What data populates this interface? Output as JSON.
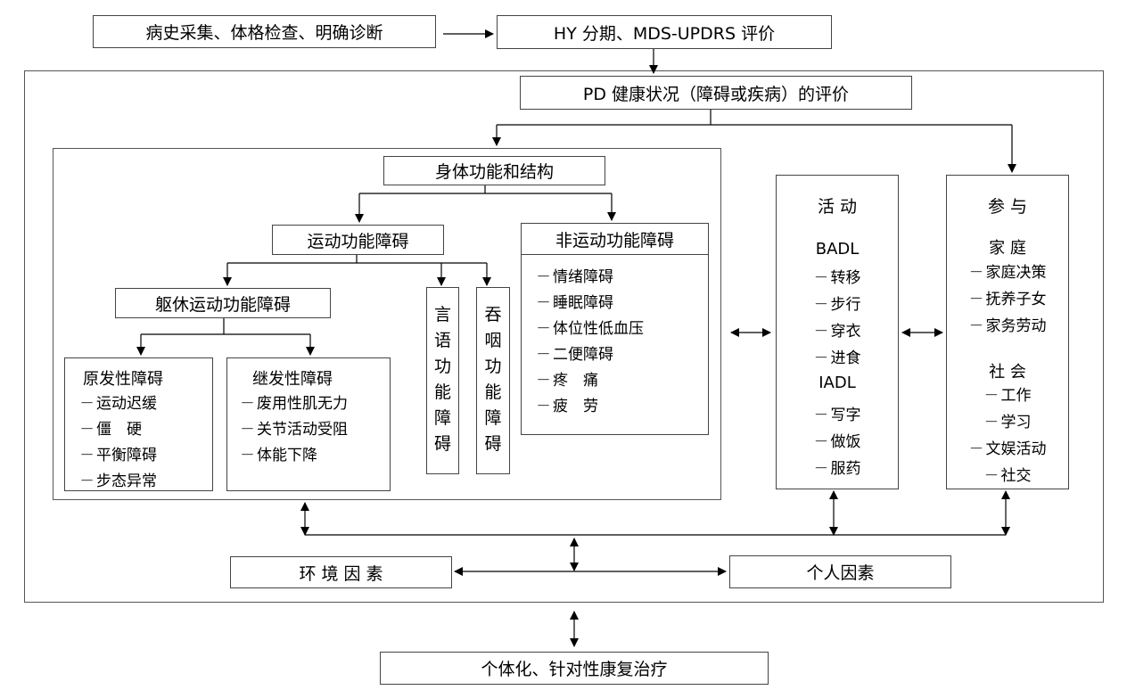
{
  "top": {
    "history": "病史采集、体格检查、明确诊断",
    "staging": "HY 分期、MDS-UPDRS 评价"
  },
  "health": "PD 健康状况（障碍或疾病）的评价",
  "body_function": {
    "title": "身体功能和结构",
    "motor": "运动功能障碍",
    "trunk": "躯休运动功能障碍",
    "primary": {
      "title": "原发性障碍",
      "items": [
        "运动迟缓",
        "僵　硬",
        "平衡障碍",
        "步态异常"
      ]
    },
    "secondary": {
      "title": "继发性障碍",
      "items": [
        "废用性肌无力",
        "关节活动受阻",
        "体能下降"
      ]
    },
    "speech": [
      "言",
      "语",
      "功",
      "能",
      "障",
      "碍"
    ],
    "swallow": [
      "吞",
      "咽",
      "功",
      "能",
      "障",
      "碍"
    ],
    "nonmotor": {
      "title": "非运动功能障碍",
      "items": [
        "情绪障碍",
        "睡眠障碍",
        "体位性低血压",
        "二便障碍",
        "疼　痛",
        "疲　劳"
      ]
    }
  },
  "activity": {
    "title": "活 动",
    "badl_label": "BADL",
    "badl": [
      "转移",
      "步行",
      "穿衣",
      "进食"
    ],
    "iadl_label": "IADL",
    "iadl": [
      "写字",
      "做饭",
      "服药"
    ]
  },
  "participation": {
    "title": "参 与",
    "family_label": "家 庭",
    "family": [
      "家庭决策",
      "抚养子女",
      "家务劳动"
    ],
    "society_label": "社 会",
    "society": [
      "工作",
      "学习",
      "文娱活动",
      "社交"
    ]
  },
  "environment": "环 境 因 素",
  "personal": "个人因素",
  "treatment": "个体化、针对性康复治疗"
}
